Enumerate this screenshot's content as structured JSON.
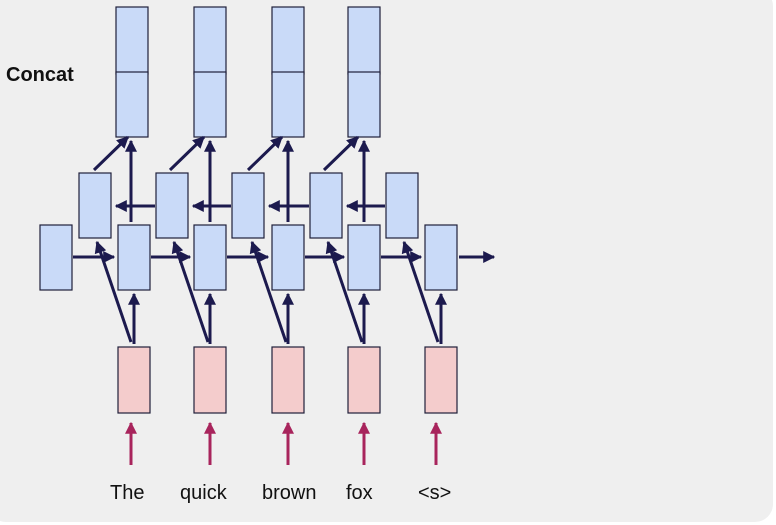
{
  "diagram": {
    "concat_label": "Concat",
    "words": [
      "The",
      "quick",
      "brown",
      "fox",
      "<s>"
    ],
    "colors": {
      "hidden_box": "#c9daf8",
      "input_box": "#f4cccc",
      "arrow": "#1c1a4e",
      "input_arrow": "#a8245c",
      "background": "#efefef"
    }
  }
}
